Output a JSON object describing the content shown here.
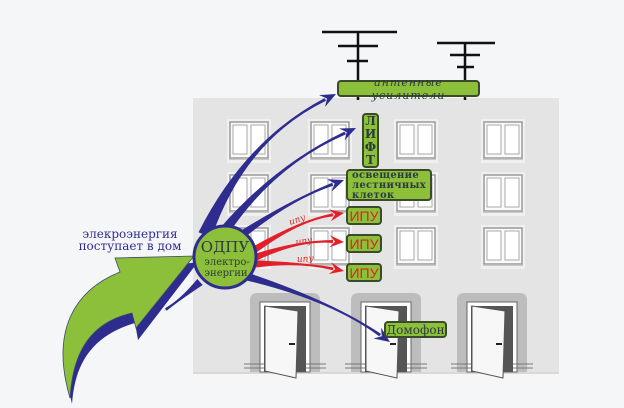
{
  "labels": {
    "antenna": "антенные усилители",
    "lift_letters": [
      "Л",
      "И",
      "Ф",
      "Т"
    ],
    "stair_lighting": [
      "освещение",
      "лестничных",
      "клеток"
    ],
    "ipu_boxes": [
      "ИПУ",
      "ИПУ",
      "ИПУ"
    ],
    "intercom": "Домофон"
  },
  "hub": {
    "line1": "ОДПУ",
    "line2": "электро-",
    "line3": "энергии"
  },
  "ipu_arrow_labels": [
    "ипу",
    "ипу",
    "ипу"
  ],
  "incoming_text": {
    "line1": "элекроэнергия",
    "line2": "поступает в дом"
  },
  "colors": {
    "label_green": "#8cbf3a",
    "arrow_blue": "#2e2d8f",
    "arrow_red": "#e3202a",
    "building_gray": "#e4e4e4",
    "ipu_text_red": "#d8261d"
  }
}
